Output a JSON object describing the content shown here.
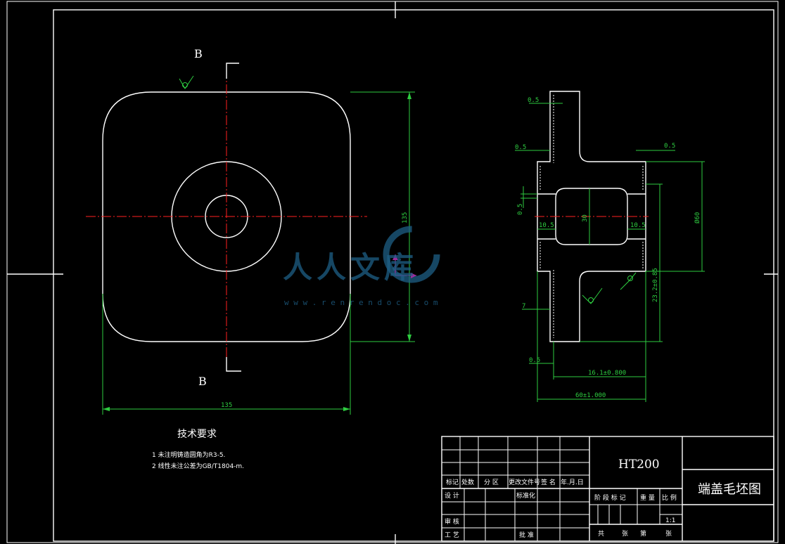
{
  "drawing": {
    "section_label_top": "B",
    "section_label_bottom": "B",
    "dim_135_vertical": "135",
    "dim_135_horizontal": "135",
    "dim_0_5_a": "0.5",
    "dim_0_5_b": "0.5",
    "dim_0_5_c": "0.5",
    "dim_0_5_d": "0.5",
    "dim_0_5_e": "0.5",
    "dim_10_5_left": "10.5",
    "dim_10_5_right": "10.5",
    "dim_30": "30",
    "dim_phi60": "Ø60",
    "dim_7": "7",
    "dim_23_2": "23.2±0.85",
    "dim_16_1": "16.1±0.800",
    "dim_60": "60±1.000"
  },
  "tech": {
    "title": "技术要求",
    "item1": "1  未注明铸造圆角为R3-5.",
    "item2": "2  线性未注公差为GB/T1804-m."
  },
  "title_block": {
    "material": "HT200",
    "drawing_name": "端盖毛坯图",
    "h_biaoji": "标记",
    "h_chushu": "处数",
    "h_fenqu": "分 区",
    "h_gengai": "更改文件号",
    "h_qianming": "签 名",
    "h_date": "年.月.日",
    "sheji": "设 计",
    "biaozhunhua": "标准化",
    "jieduan": "阶 段 标 记",
    "zhongliang": "重 量",
    "bili": "比 例",
    "scale": "1:1",
    "shenhe": "审 核",
    "gongyi": "工 艺",
    "pizhun": "批 准",
    "gong": "共",
    "zhang1": "张",
    "di": "第",
    "zhang2": "张"
  },
  "watermark": {
    "logo_text": "人人文库",
    "url": "w w w . r e n r e n d o c . c o m"
  }
}
